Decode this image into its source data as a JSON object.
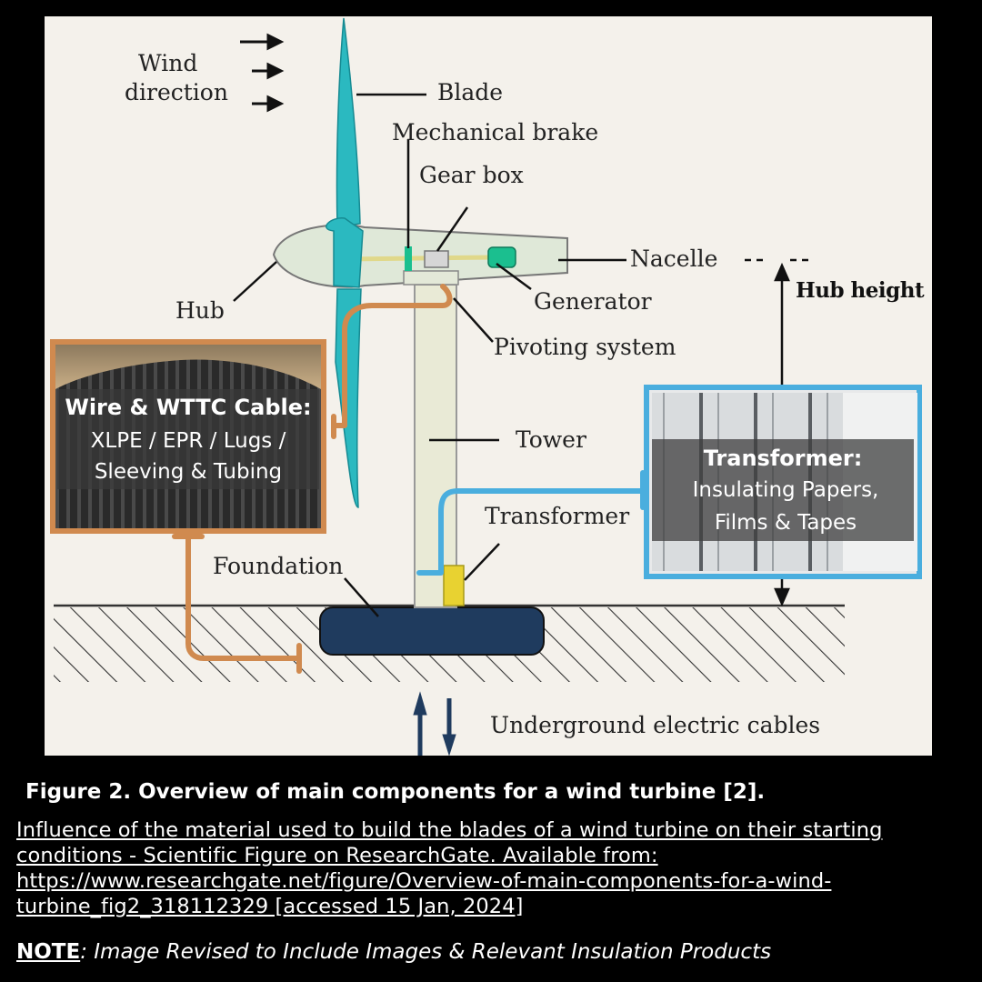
{
  "diagram": {
    "wind_label_line1": "Wind",
    "wind_label_line2": "direction",
    "labels": {
      "blade": "Blade",
      "mechanical_brake": "Mechanical brake",
      "gear_box": "Gear box",
      "nacelle": "Nacelle",
      "hub": "Hub",
      "generator": "Generator",
      "pivoting_system": "Pivoting system",
      "tower": "Tower",
      "transformer": "Transformer",
      "foundation": "Foundation",
      "underground_cables": "Underground electric cables"
    },
    "hub_height_label": "Hub height",
    "colors": {
      "blade": "#2bb9c0",
      "orange_connector": "#d08a4f",
      "blue_connector": "#4aaede",
      "foundation": "#1f3b5e",
      "transformer": "#e8d231",
      "background": "#f4f1eb"
    }
  },
  "callouts": {
    "cable": {
      "title": "Wire & WTTC Cable:",
      "line1": "XLPE / EPR / Lugs /",
      "line2": "Sleeving & Tubing"
    },
    "transformer": {
      "title": "Transformer:",
      "line1": "Insulating Papers,",
      "line2": "Films & Tapes"
    }
  },
  "caption": "Figure 2. Overview of main components for a wind turbine [2].",
  "citation": "Influence of the material used to build the blades of a wind turbine on their starting conditions - Scientific Figure on ResearchGate. Available from: https://www.researchgate.net/figure/Overview-of-main-components-for-a-wind-turbine_fig2_318112329 [accessed 15 Jan, 2024]",
  "note": {
    "keyword": "NOTE",
    "text": ": Image Revised to Include Images & Relevant Insulation Products"
  }
}
